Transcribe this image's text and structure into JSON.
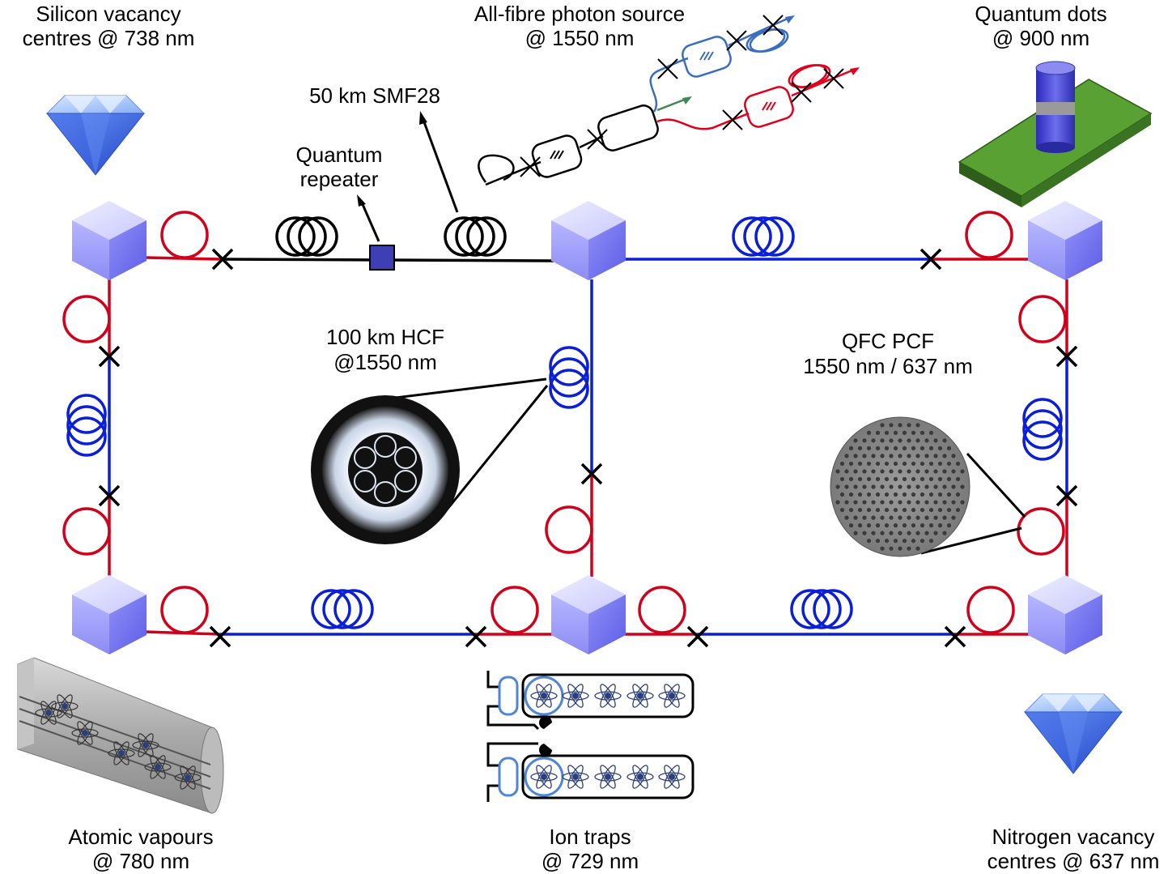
{
  "labels": {
    "silicon_vacancy_l1": "Silicon vacancy",
    "silicon_vacancy_l2": "centres @ 738 nm",
    "photon_source_l1": "All-fibre photon source",
    "photon_source_l2": "@ 1550 nm",
    "quantum_dots_l1": "Quantum dots",
    "quantum_dots_l2": "@ 900 nm",
    "smf28": "50 km SMF28",
    "repeater_l1": "Quantum",
    "repeater_l2": "repeater",
    "hcf_l1": "100 km HCF",
    "hcf_l2": "@1550 nm",
    "qfc_l1": "QFC PCF",
    "qfc_l2": "1550 nm / 637 nm",
    "atomic_l1": "Atomic vapours",
    "atomic_l2": "@ 780 nm",
    "ion_l1": "Ion traps",
    "ion_l2": "@ 729 nm",
    "nv_l1": "Nitrogen vacancy",
    "nv_l2": "centres @ 637 nm"
  },
  "colors": {
    "red_fibre": "#d0021b",
    "blue_fibre": "#0a1fd6",
    "black_fibre": "#000000",
    "node_cube": "#9b9bff",
    "diamond": "#3d6df0",
    "chip_green": "#4f8a2c",
    "pillar": "#4545d0",
    "source_blue": "#3a6cc0",
    "source_red": "#e0001b",
    "source_green": "#3d8a55"
  },
  "icons": [
    "diamond-icon",
    "quantum-dot-pillar-icon",
    "node-cube-icon",
    "fibre-spool-icon",
    "fibre-loop-icon",
    "splice-cross-icon",
    "repeater-box-icon",
    "hcf-cross-section-icon",
    "pcf-cross-section-icon",
    "vapour-cell-icon",
    "ion-trap-icon"
  ]
}
